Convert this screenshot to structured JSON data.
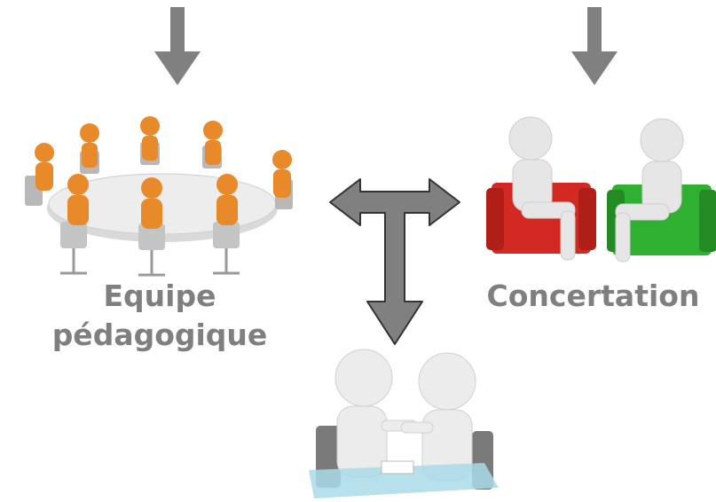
{
  "labels": {
    "team": [
      "Equipe",
      "pédagogique"
    ],
    "concertation": "Concertation"
  },
  "colors": {
    "label_text": "#7f7f7f",
    "arrow_fill": "#808080",
    "arrow_outline": "#333333",
    "figure_orange": "#e8892a",
    "figure_white": "#e6e6e6",
    "armchair_red": "#d22a22",
    "armchair_green": "#2fb030",
    "table_glass": "#a9dbe8"
  }
}
